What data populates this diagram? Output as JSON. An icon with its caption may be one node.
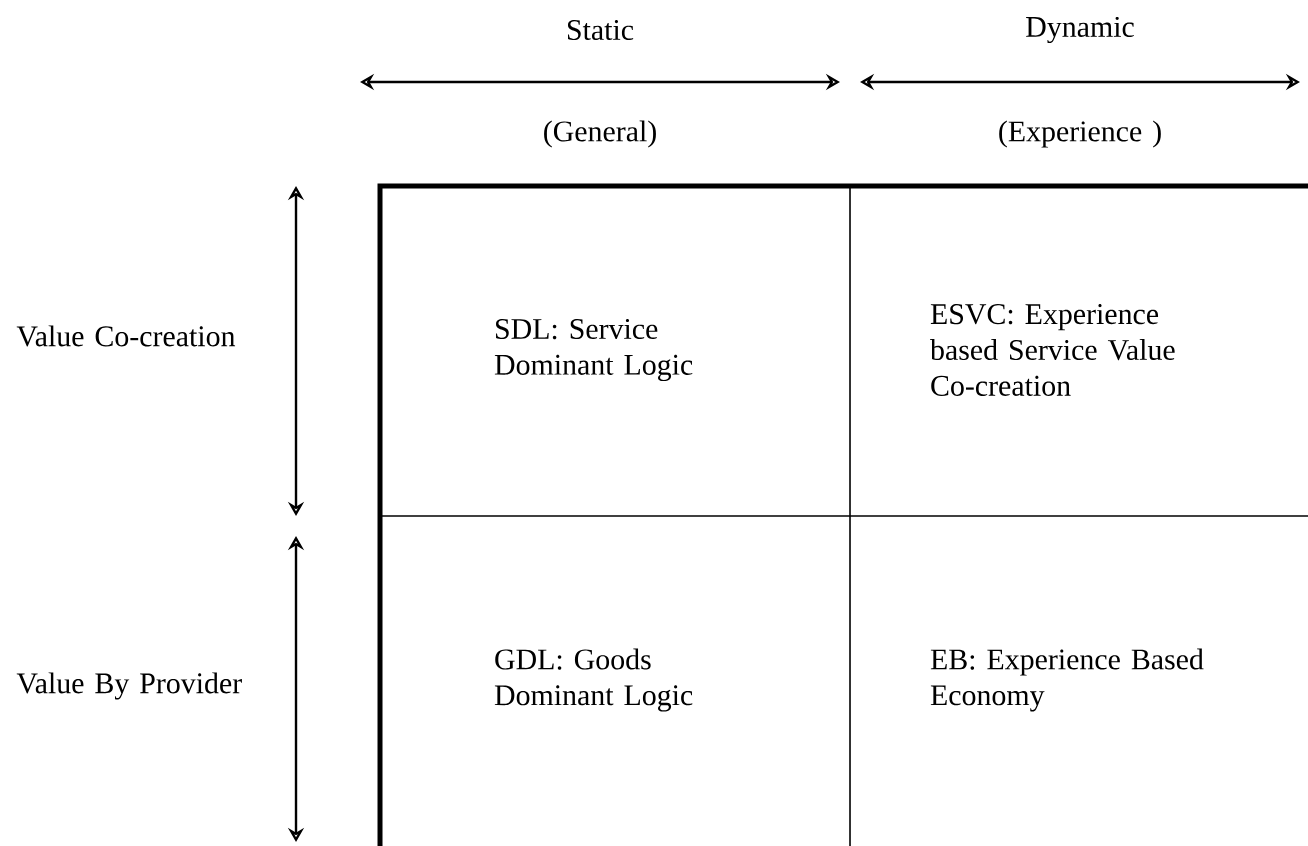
{
  "diagram": {
    "nodes": [
      {
        "text": [
          "SDL: Service Dominant Logic"
        ]
      },
      {
        "text": [
          "ESVC: Experience based Service Value Co-creation"
        ]
      },
      {
        "text": [
          "GDL: Goods Dominant Logic"
        ]
      },
      {
        "text": [
          "EB: Experience Based Economy"
        ]
      }
    ],
    "labels": [
      "Static",
      "Dynamic",
      "(General)",
      "(Experience )",
      "Value Co-creation",
      "Value By Provider"
    ]
  }
}
